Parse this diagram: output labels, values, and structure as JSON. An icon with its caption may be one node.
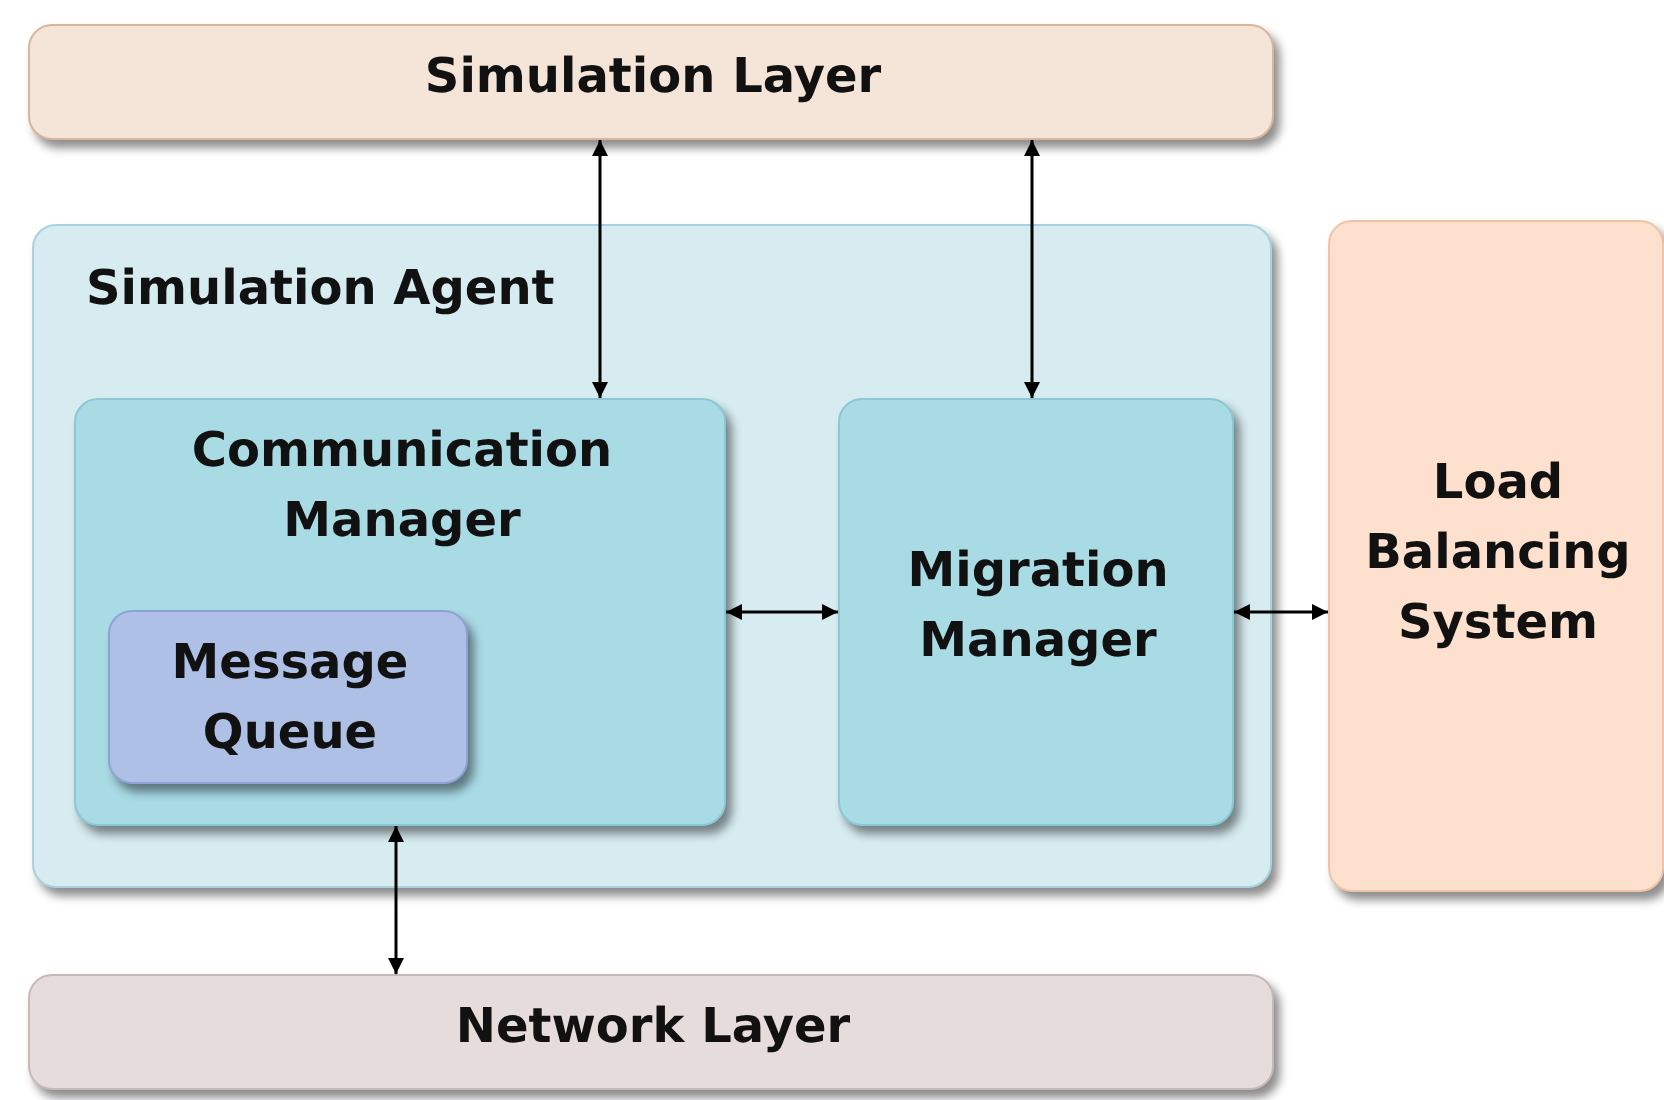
{
  "diagram": {
    "nodes": [
      {
        "text": [
          "Simulation Layer"
        ]
      },
      {
        "text": [
          "Simulation Agent"
        ]
      },
      {
        "text": [
          "Communication Manager"
        ],
        "in": 1
      },
      {
        "text": [
          "Message Queue"
        ],
        "in": 2
      },
      {
        "text": [
          "Migration Manager"
        ],
        "in": 1
      },
      {
        "text": [
          "Load Balancing System"
        ]
      },
      {
        "text": [
          "Network Layer"
        ]
      }
    ],
    "edges": [
      {
        "from": 0,
        "to": 2,
        "arrow": "both"
      },
      {
        "from": 0,
        "to": 4,
        "arrow": "both"
      },
      {
        "from": 2,
        "to": 4,
        "arrow": "both"
      },
      {
        "from": 4,
        "to": 5,
        "arrow": "both"
      },
      {
        "from": 2,
        "to": 6,
        "arrow": "both"
      }
    ]
  }
}
